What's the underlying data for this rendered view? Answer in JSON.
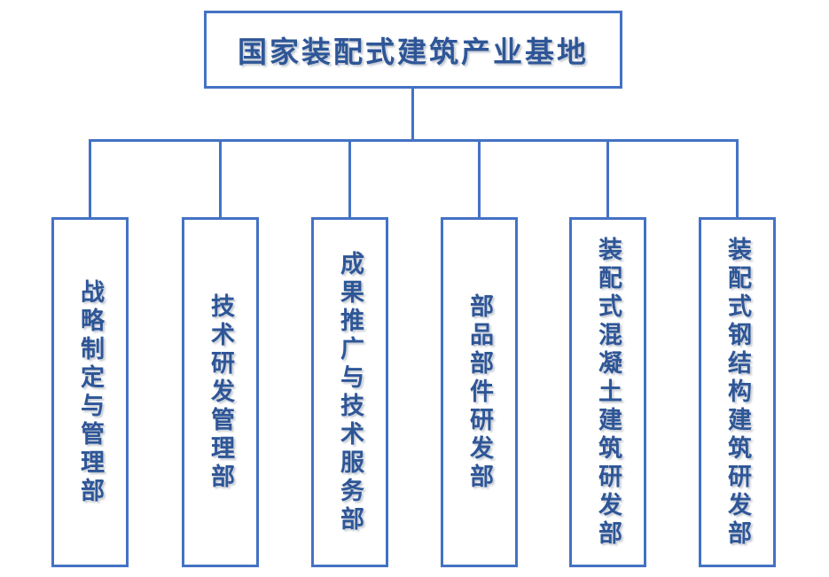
{
  "chart_title": {
    "label": "国家装配式建筑产业基地"
  },
  "departments": [
    {
      "label": "战略制定与管理部"
    },
    {
      "label": "技术研发管理部"
    },
    {
      "label": "成果推广与技术服务部"
    },
    {
      "label": "部品部件研发部"
    },
    {
      "label": "装配式混凝土建筑研发部"
    },
    {
      "label": "装配式钢结构建筑研发部"
    }
  ],
  "colors": {
    "line": "#4472C4",
    "text": "#2E5697",
    "background": "#FFFFFF"
  }
}
